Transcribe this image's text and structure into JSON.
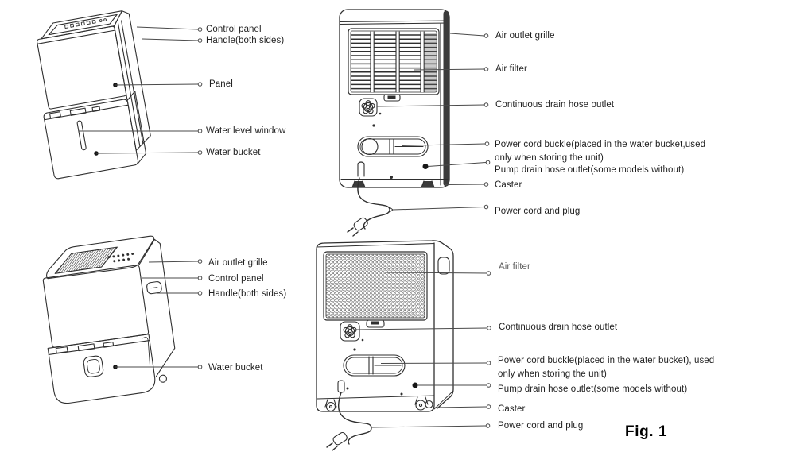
{
  "figure": {
    "caption": "Fig. 1"
  },
  "colors": {
    "line_art": "#2f2f2f",
    "label_text": "#1f1f1f",
    "label_text_muted": "#5f5f5f"
  },
  "views": [
    {
      "position": "top-left",
      "view": "front",
      "labels": [
        {
          "text": "Control panel"
        },
        {
          "text": "Handle(both sides)"
        },
        {
          "text": "Panel"
        },
        {
          "text": "Water level window"
        },
        {
          "text": "Water bucket"
        }
      ]
    },
    {
      "position": "top-right",
      "view": "back",
      "labels": [
        {
          "text": "Air outlet grille"
        },
        {
          "text": "Air filter"
        },
        {
          "text": "Continuous drain hose outlet"
        },
        {
          "text": "Power cord buckle(placed in the water bucket,used\nonly when storing the unit)"
        },
        {
          "text": "Pump drain hose outlet(some models without)"
        },
        {
          "text": "Caster"
        },
        {
          "text": "Power cord and plug"
        }
      ]
    },
    {
      "position": "bottom-left",
      "view": "front",
      "labels": [
        {
          "text": "Air outlet grille"
        },
        {
          "text": "Control panel"
        },
        {
          "text": "Handle(both sides)"
        },
        {
          "text": "Water bucket"
        }
      ]
    },
    {
      "position": "bottom-right",
      "view": "back",
      "labels": [
        {
          "text": "Air filter"
        },
        {
          "text": "Continuous drain hose outlet"
        },
        {
          "text": "Power cord buckle(placed in the water bucket), used\nonly when storing the unit)"
        },
        {
          "text": "Pump drain hose outlet(some models without)"
        },
        {
          "text": "Caster"
        },
        {
          "text": "Power cord and plug"
        }
      ]
    }
  ]
}
